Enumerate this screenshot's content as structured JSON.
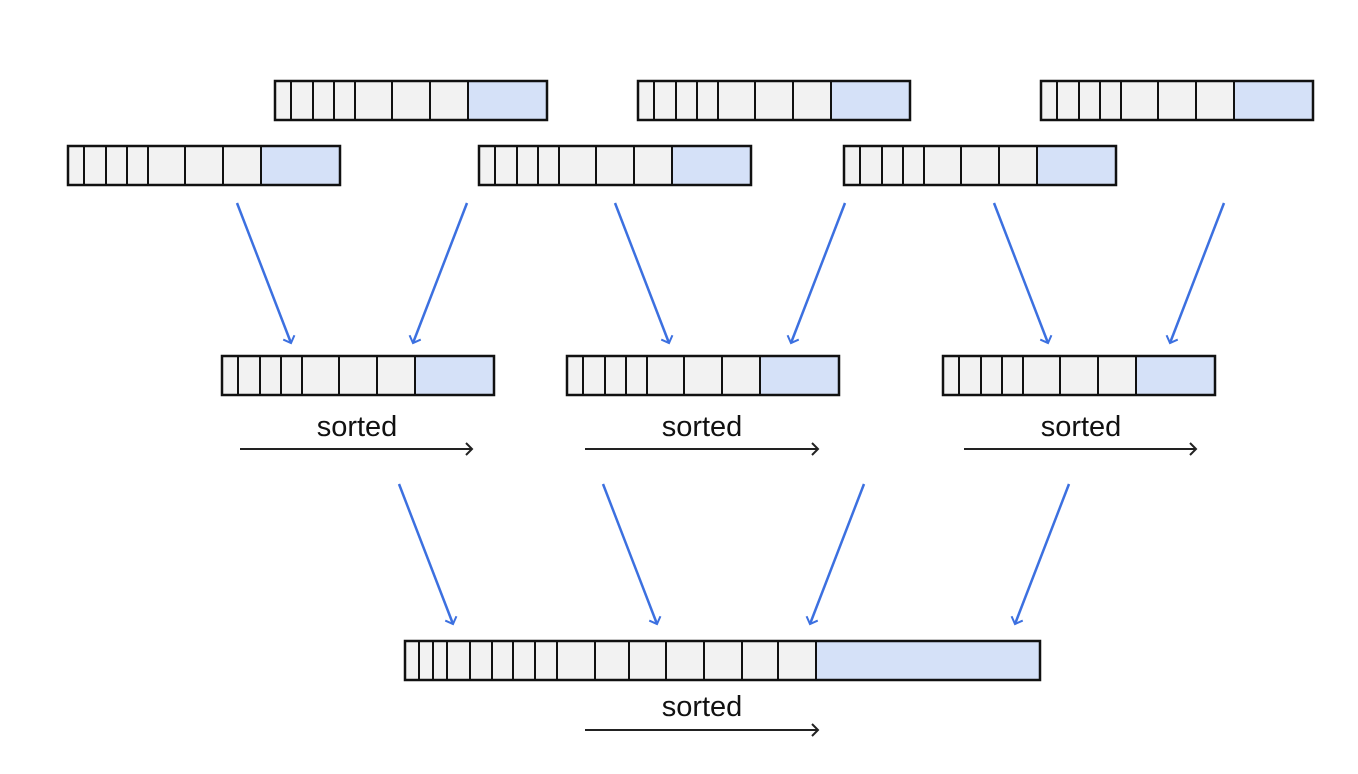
{
  "colors": {
    "cell_fill": "#f2f2f2",
    "highlight_fill": "#d5e1f8",
    "outline": "#111111",
    "merge_arrow": "#3c70e0",
    "order_arrow": "#222222"
  },
  "labels": {
    "sorted_1": "sorted",
    "sorted_2": "sorted",
    "sorted_3": "sorted",
    "sorted_final": "sorted"
  }
}
